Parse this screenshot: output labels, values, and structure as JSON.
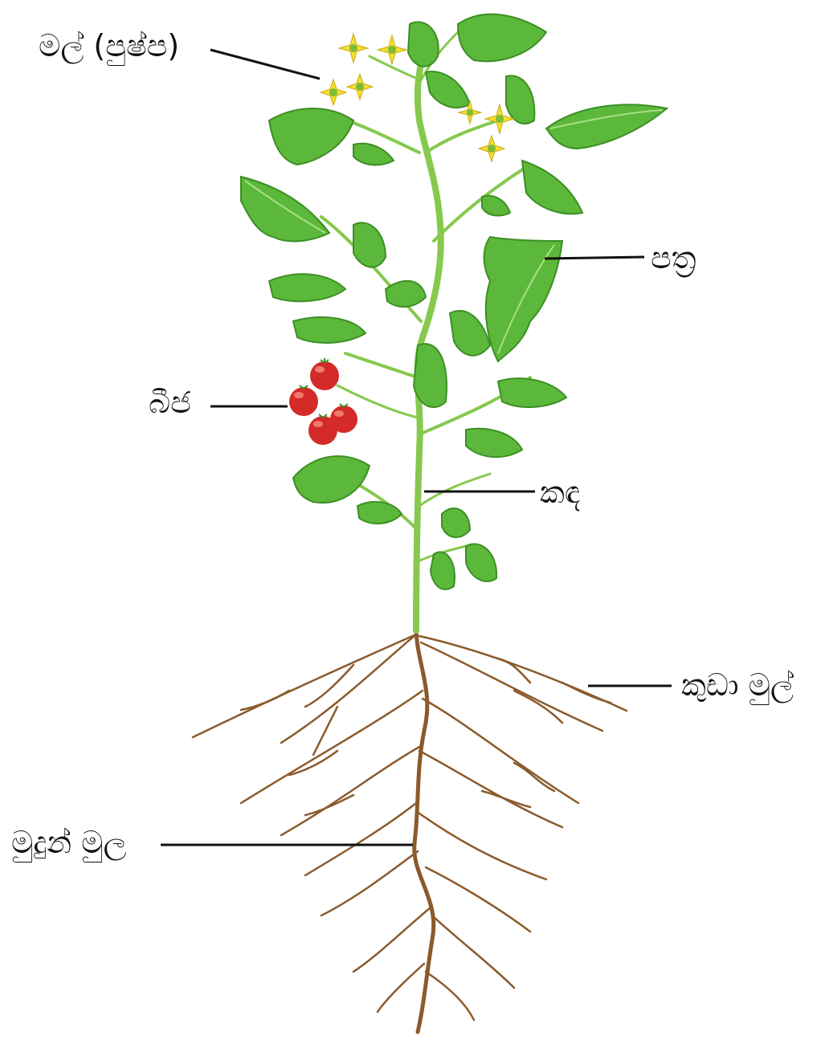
{
  "labels": {
    "flower": "මල් (පුෂ්ප)",
    "leaf": "පත්‍ර",
    "seed": "බීජ",
    "stem": "කඳ",
    "fibrous_root": "කුඩා මුල්",
    "tap_root": "මුදුන් මුල"
  },
  "colors": {
    "leaf": "#5cb83a",
    "leaf_dark": "#3d8f24",
    "leaf_vein": "#a9df86",
    "stem": "#86c94e",
    "flower_petal": "#f5df2e",
    "flower_center": "#7dbb3a",
    "fruit": "#d42a2a",
    "fruit_highlight": "#f07a6c",
    "root": "#8b5a2b",
    "leader_line": "#111111"
  }
}
